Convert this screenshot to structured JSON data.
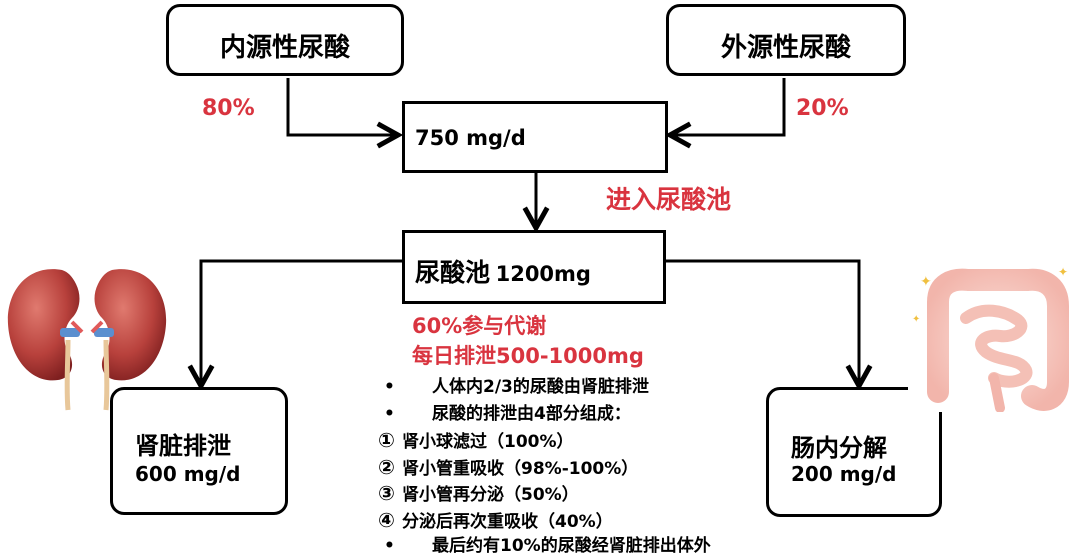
{
  "top_left_box": {
    "label": "内源性尿酸"
  },
  "top_right_box": {
    "label": "外源性尿酸"
  },
  "endogenous_pct": "80%",
  "exogenous_pct": "20%",
  "intake_box": {
    "label": "750 mg/d"
  },
  "enter_pool_label": "进入尿酸池",
  "pool_box": {
    "label": "尿酸池",
    "amount": "1200mg"
  },
  "pool_notes": {
    "line1": "60%参与代谢",
    "line2": "每日排泄500-1000mg"
  },
  "kidney_box": {
    "label": "肾脏排泄",
    "amount": "600 mg/d"
  },
  "gut_box": {
    "label": "肠内分解",
    "amount": "200 mg/d"
  },
  "notes": {
    "bullet1": "人体内2/3的尿酸由肾脏排泄",
    "bullet2": "尿酸的排泄由4部分组成：",
    "step1_num": "①",
    "step1": "肾小球滤过（100%）",
    "step2_num": "②",
    "step2": "肾小管重吸收（98%-100%）",
    "step3_num": "③",
    "step3": "肾小管再分泌（50%）",
    "step4_num": "④",
    "step4": "分泌后再次重吸收（40%）",
    "bullet3": "最后约有10%的尿酸经肾脏排出体外",
    "bullet_symbol": "•"
  },
  "colors": {
    "accent_red": "#d9343f",
    "kidney": "#b8413c",
    "intestine": "#f2b5ab",
    "line": "#000000"
  },
  "illustrations": {
    "left": "kidneys-icon",
    "right": "intestine-icon"
  }
}
